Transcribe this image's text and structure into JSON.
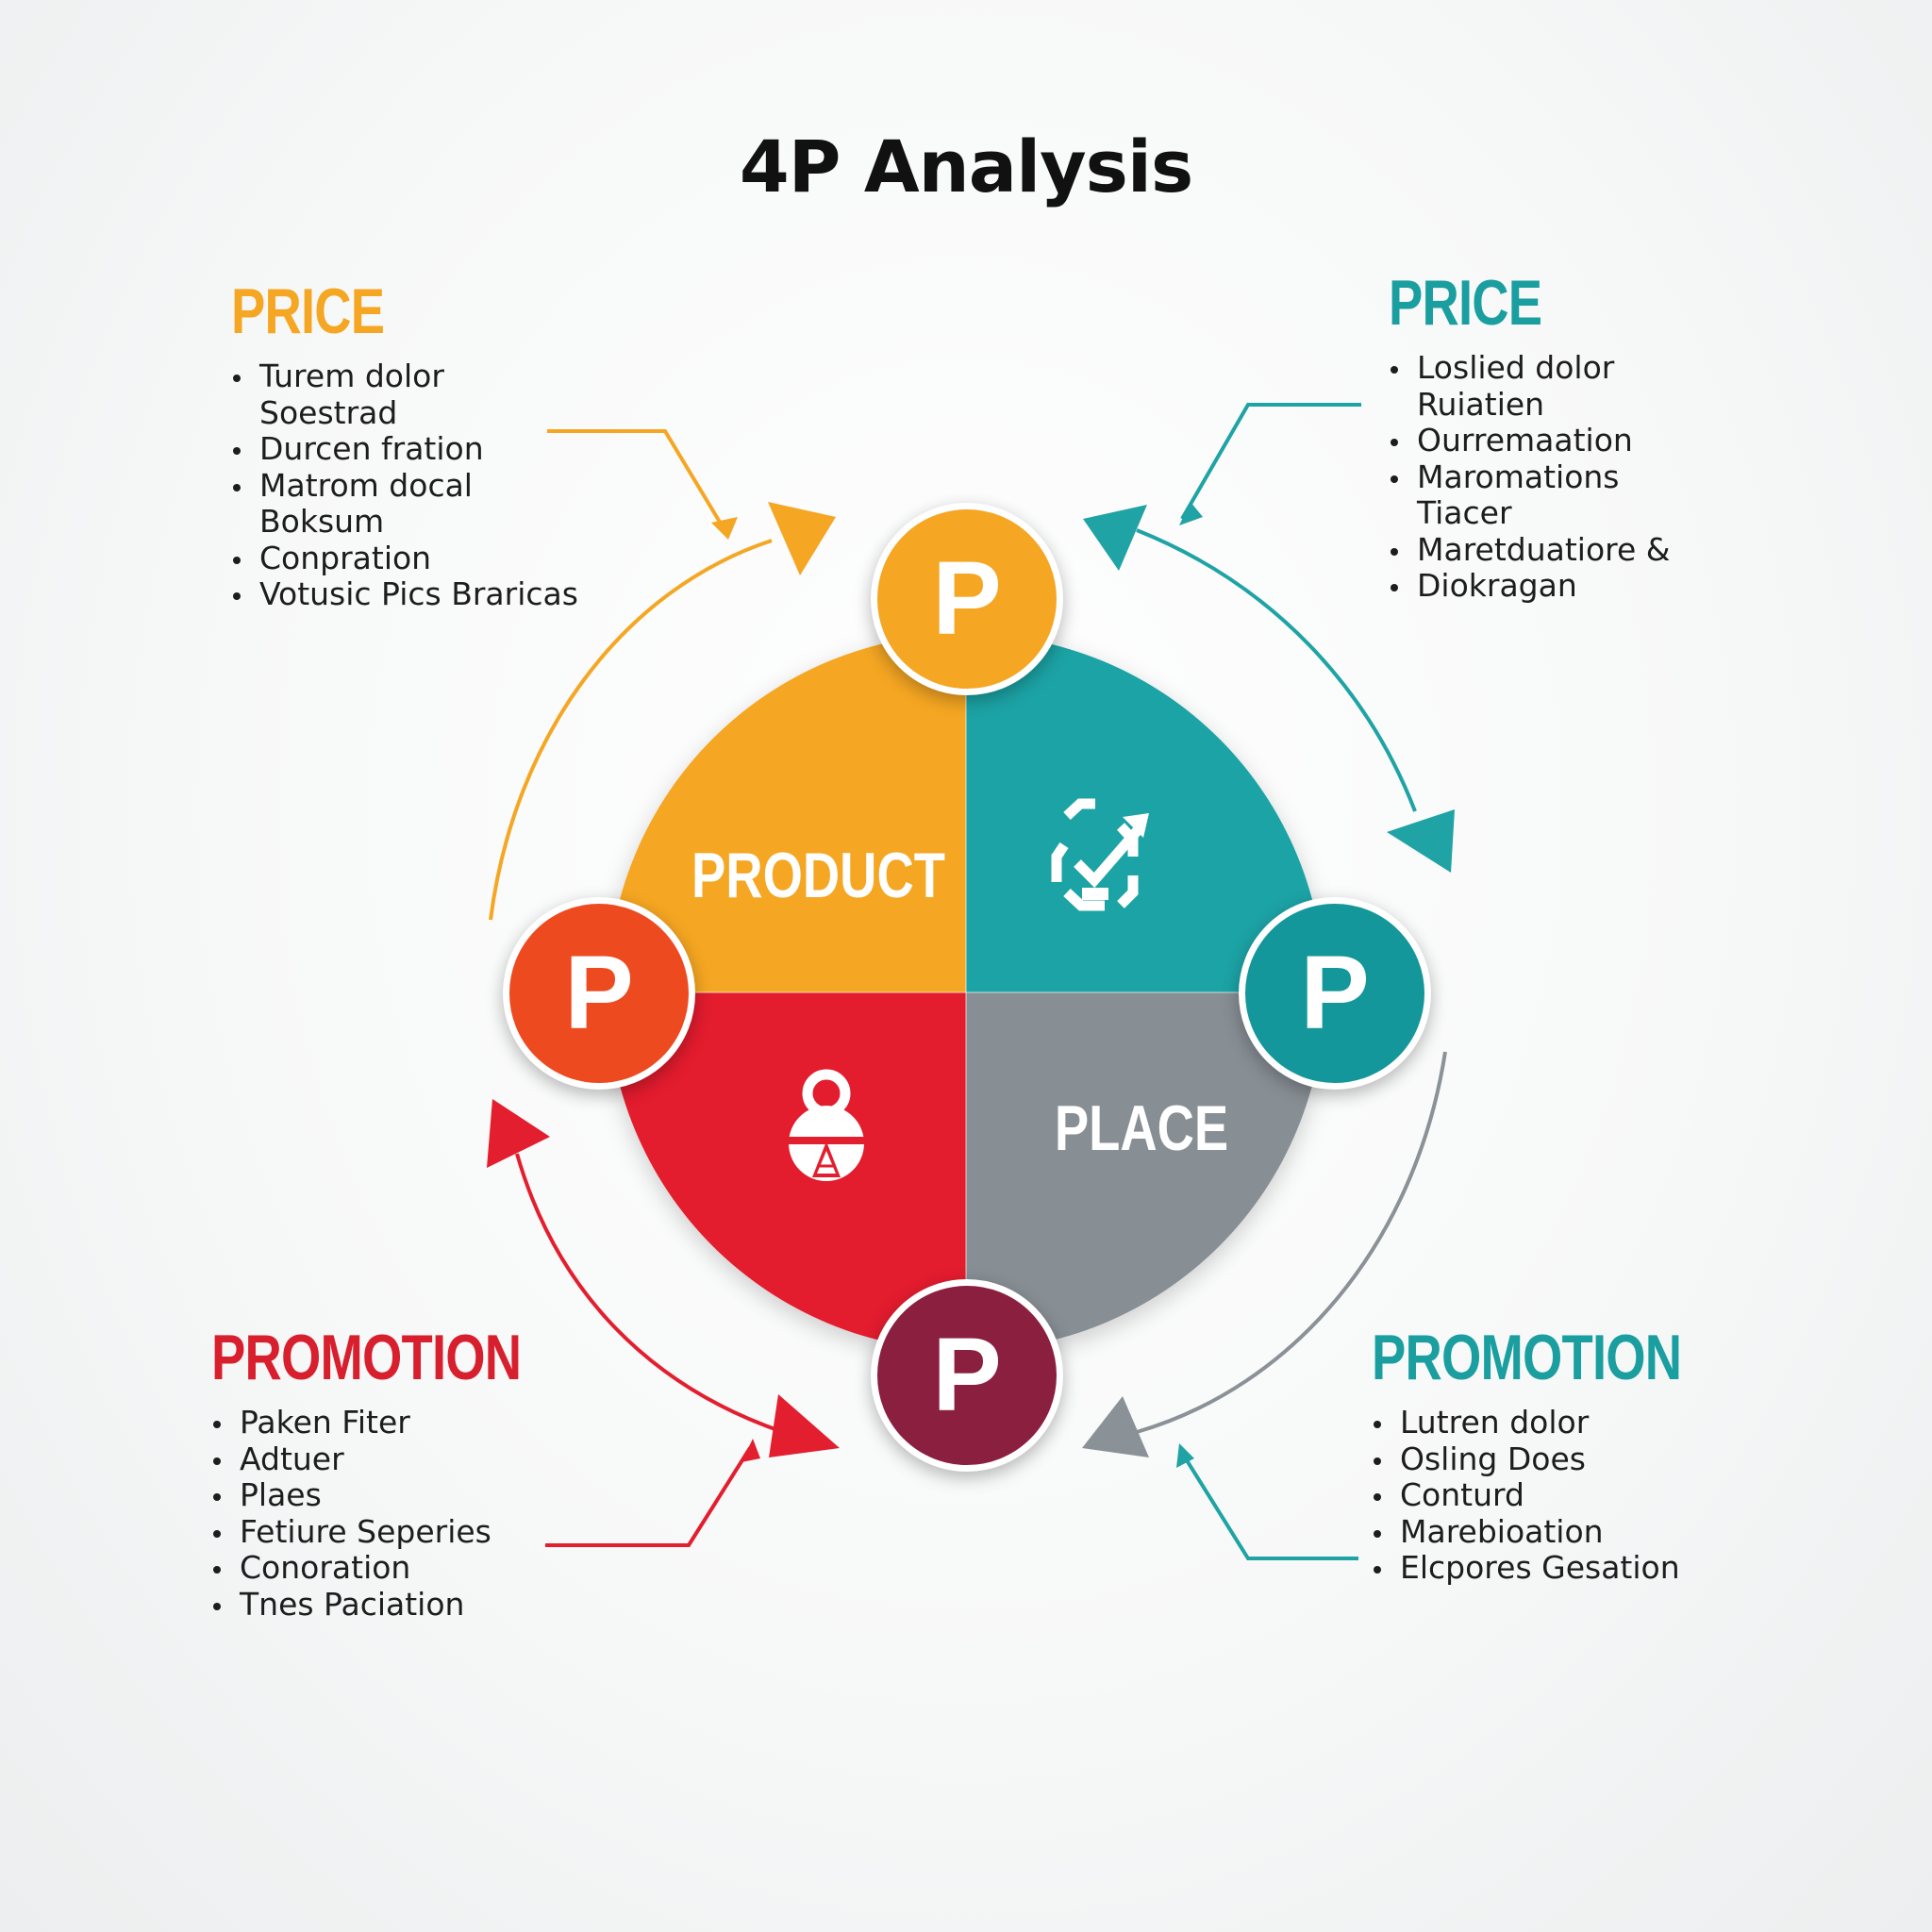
{
  "title": "4P Analysis",
  "colors": {
    "orange": "#F5A623",
    "teal": "#1FA3A5",
    "red": "#E31E2E",
    "gray": "#878E94",
    "orange_red": "#EE4A20",
    "dark_teal": "#13979A",
    "maroon": "#8B1F40"
  },
  "segments": {
    "top_left_label": "PRODUCT",
    "bottom_right_label": "PLACE",
    "top_right_icon": "target-check-icon",
    "bottom_left_icon": "kettlebell-icon"
  },
  "circles": {
    "top": "P",
    "left": "P",
    "right": "P",
    "bottom": "P"
  },
  "blocks": {
    "top_left": {
      "heading": "PRICE",
      "items": [
        "Turem dolor",
        "Soestrad",
        "Durcen fration",
        "Matrom docal",
        "Boksum",
        "Conpration",
        "Votusic Pics Braricas"
      ]
    },
    "top_right": {
      "heading": "PRICE",
      "items": [
        "Loslied dolor",
        "Ruiatien",
        "Ourremaation",
        "Maromations",
        "Tiacer",
        "Maretduatiore &",
        "Diokragan"
      ]
    },
    "bottom_left": {
      "heading": "PROMOTION",
      "items": [
        "Paken Fiter",
        "Adtuer",
        "Plaes",
        "Fetiure Seperies",
        "Conoration",
        "Tnes Paciation"
      ]
    },
    "bottom_right": {
      "heading": "PROMOTION",
      "items": [
        "Lutren dolor",
        "Osling Does",
        "Conturd",
        "Marebioation",
        "Elcpores Gesation"
      ]
    }
  }
}
